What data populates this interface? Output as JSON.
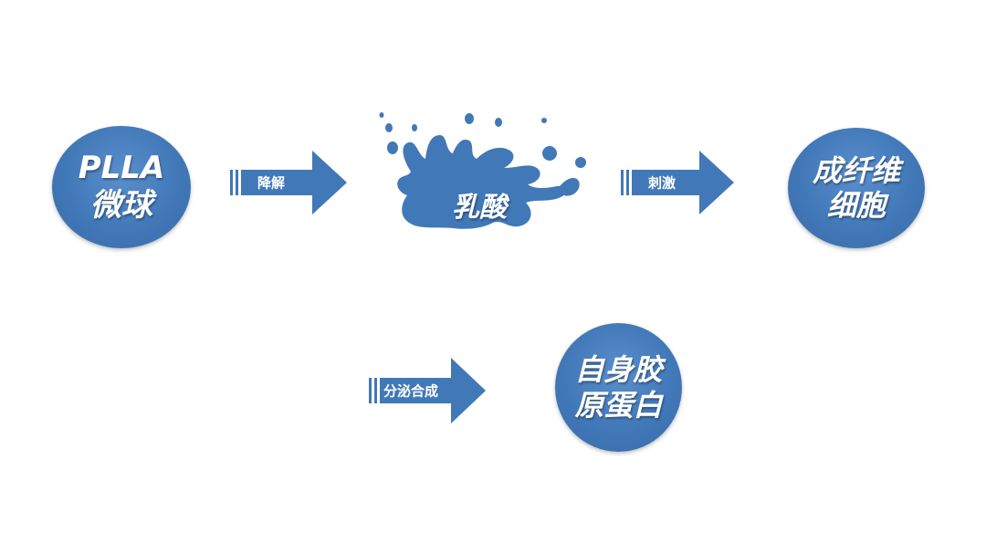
{
  "nodes": {
    "plla": {
      "line1": "PLLA",
      "line2": "微球"
    },
    "lactic_acid": {
      "label": "乳酸"
    },
    "fibroblast": {
      "line1": "成纤维",
      "line2": "细胞"
    },
    "collagen": {
      "line1": "自身胶",
      "line2": "原蛋白"
    }
  },
  "arrows": {
    "degrade": "降解",
    "stimulate": "刺激",
    "secrete": "分泌合成"
  },
  "colors": {
    "primary": "#4178b8",
    "text": "#ffffff"
  }
}
